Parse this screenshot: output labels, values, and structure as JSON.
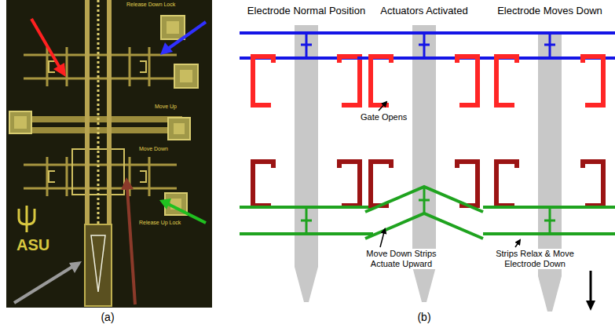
{
  "diagram": {
    "labels": [
      "Release Down Lock",
      "Move Up",
      "Move Down",
      "Release Up Lock",
      "ASU",
      "(a)",
      "Electrode Normal Position",
      "Actuators Activated",
      "Electrode Moves Down",
      "Gate Opens",
      "Move Down Strips Actuate Upward",
      "Strips Relax & Move Electrode Down",
      "(b)"
    ]
  }
}
